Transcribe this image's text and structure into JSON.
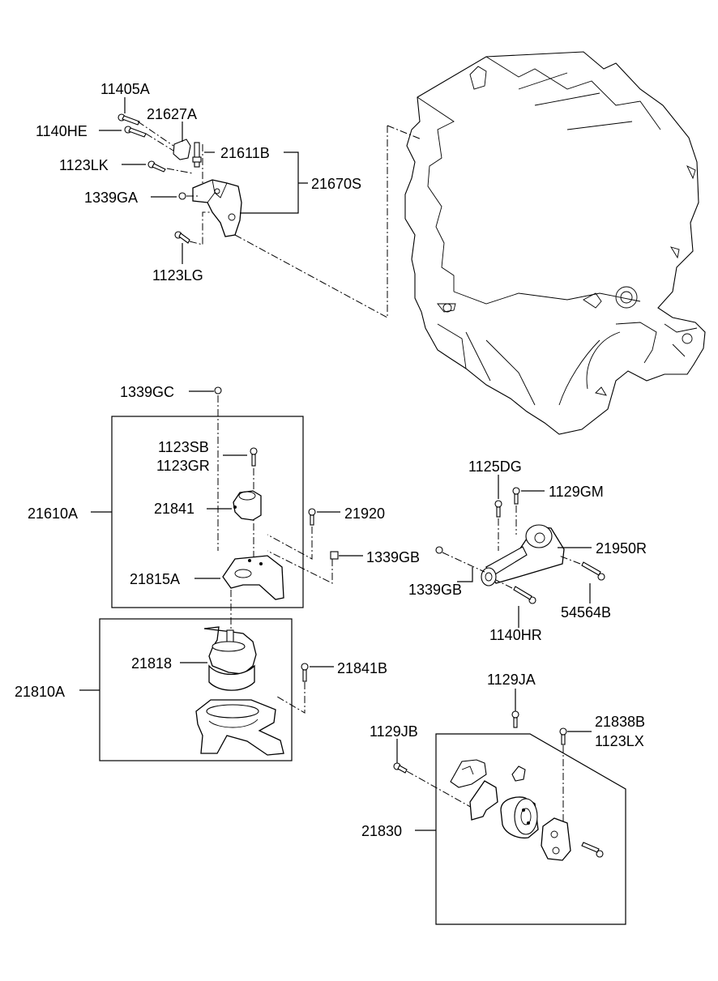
{
  "labels": {
    "l_11405A": "11405A",
    "l_1140HE": "1140HE",
    "l_21627A": "21627A",
    "l_21611B": "21611B",
    "l_1123LK": "1123LK",
    "l_1339GA": "1339GA",
    "l_21670S": "21670S",
    "l_1123LG": "1123LG",
    "l_1339GC": "1339GC",
    "l_1123SB": "1123SB",
    "l_1123GR": "1123GR",
    "l_21841": "21841",
    "l_21610A": "21610A",
    "l_21920": "21920",
    "l_1339GB_a": "1339GB",
    "l_21815A": "21815A",
    "l_21818": "21818",
    "l_21841B": "21841B",
    "l_21810A": "21810A",
    "l_1125DG": "1125DG",
    "l_1129GM": "1129GM",
    "l_21950R": "21950R",
    "l_1339GB_b": "1339GB",
    "l_54564B": "54564B",
    "l_1140HR": "1140HR",
    "l_1129JA": "1129JA",
    "l_1129JB": "1129JB",
    "l_21838B": "21838B",
    "l_1123LX": "1123LX",
    "l_21830": "21830"
  }
}
